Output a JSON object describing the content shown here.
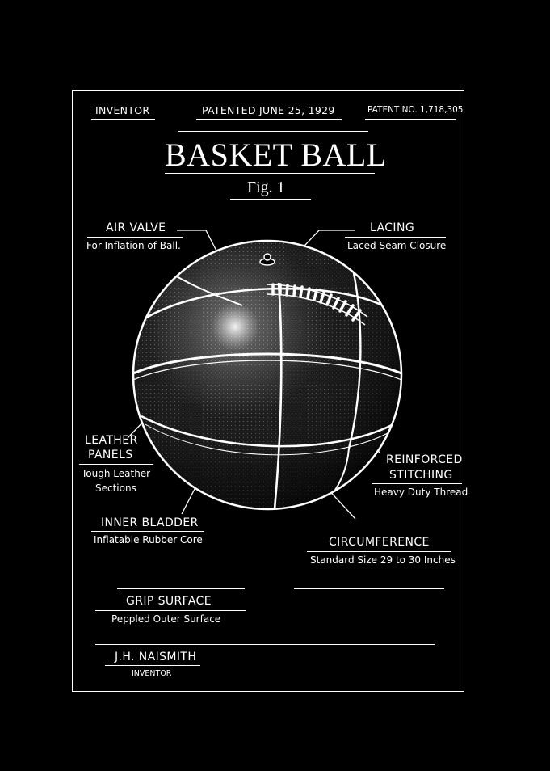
{
  "header": {
    "inventor_label": "INVENTOR",
    "patented": "PATENTED JUNE 25, 1929",
    "patent_no": "PATENT NO. 1,718,305"
  },
  "title": "BASKET BALL",
  "figure": "Fig. 1",
  "callouts": {
    "air_valve": {
      "label": "AIR VALVE",
      "desc": "For Inflation of Ball."
    },
    "lacing": {
      "label": "LACING",
      "desc": "Laced Seam Closure"
    },
    "leather_panels": {
      "label_line1": "LEATHER",
      "label_line2": "PANELS",
      "desc_line1": "Tough Leather",
      "desc_line2": "Sections"
    },
    "reinforced_stitching": {
      "label_line1": "REINFORCED",
      "label_line2": "STITCHING",
      "desc": "Heavy Duty Thread"
    },
    "inner_bladder": {
      "label": "INNER BLADDER",
      "desc": "Inflatable Rubber Core"
    },
    "circumference": {
      "label": "CIRCUMFERENCE",
      "desc": "Standard Size 29 to 30 Inches"
    },
    "grip_surface": {
      "label": "GRIP SURFACE",
      "desc": "Peppled Outer Surface"
    }
  },
  "signature": {
    "name": "J.H. NAISMITH",
    "role": "INVENTOR"
  },
  "colors": {
    "background": "#000000",
    "ink": "#ffffff"
  }
}
